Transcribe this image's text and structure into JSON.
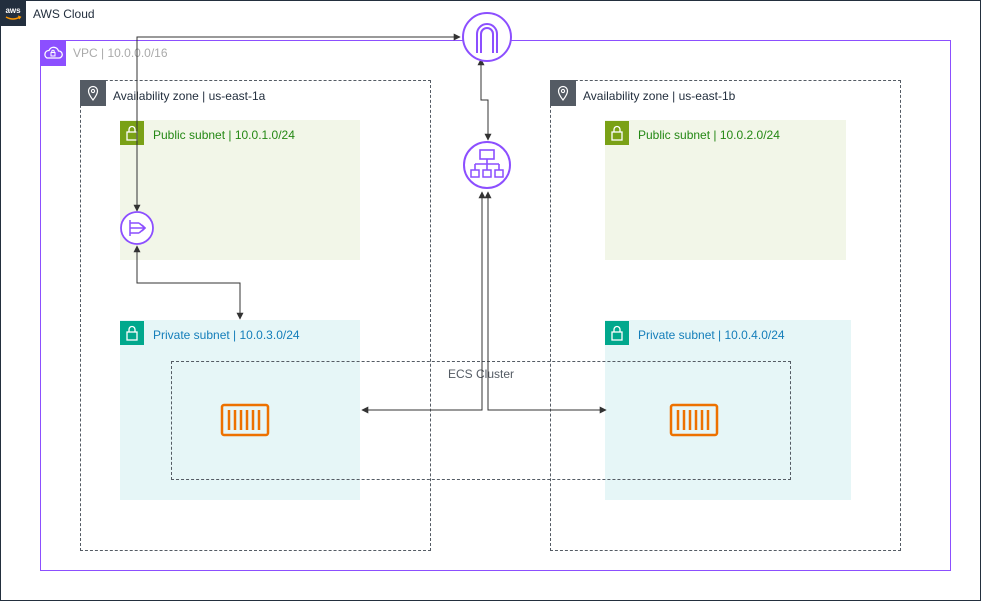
{
  "cloud": {
    "label": "AWS Cloud",
    "badge_text": "aws"
  },
  "vpc": {
    "label": "VPC | 10.0.0.0/16"
  },
  "zones": [
    {
      "label": "Availability zone | us-east-1a",
      "public_subnet": "Public subnet | 10.0.1.0/24",
      "private_subnet": "Private subnet | 10.0.3.0/24"
    },
    {
      "label": "Availability zone | us-east-1b",
      "public_subnet": "Public subnet | 10.0.2.0/24",
      "private_subnet": "Private subnet | 10.0.4.0/24"
    }
  ],
  "ecs": {
    "label": "ECS Cluster"
  },
  "colors": {
    "cloud": "#232f3e",
    "vpc": "#8c4fff",
    "zone": "#545b64",
    "public_subnet": "#7aa116",
    "private_subnet": "#01a88d",
    "container": "#ed7100",
    "connector": "#333333"
  },
  "icons": {
    "internet_gateway": "internet-gateway-icon",
    "load_balancer": "application-load-balancer-icon",
    "nat_gateway": "nat-gateway-icon",
    "container": "ecs-container-icon"
  }
}
